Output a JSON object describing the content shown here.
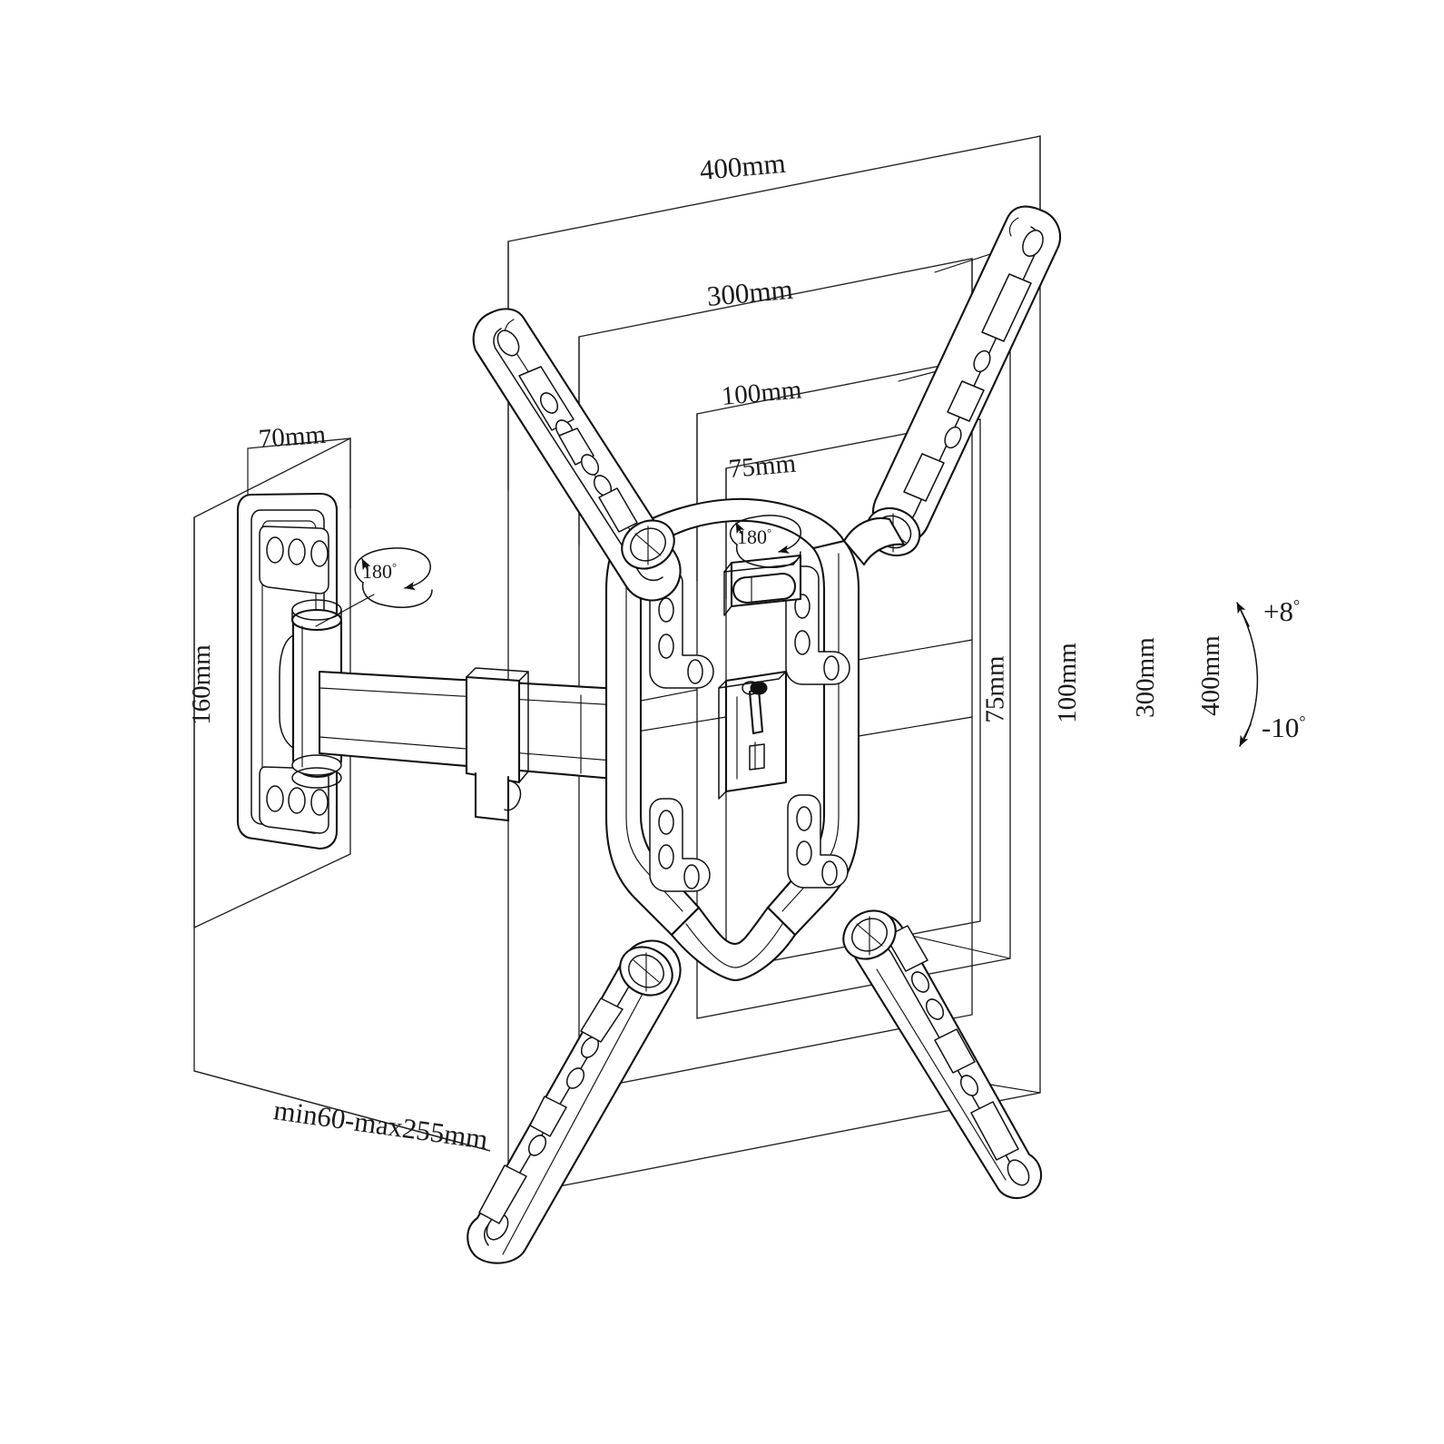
{
  "drawing": {
    "kind": "technical-line-drawing",
    "subject": "full-motion articulating TV wall mount",
    "background_color": "#ffffff",
    "line_color": "#111111",
    "text_color": "#1a1a1a"
  },
  "dimensions": {
    "vesa_top_400": "400mm",
    "vesa_top_300": "300mm",
    "vesa_top_100": "100mm",
    "vesa_top_75": "75mm",
    "vesa_side_75": "75mm",
    "vesa_side_100": "100mm",
    "vesa_side_300": "300mm",
    "vesa_side_400": "400mm",
    "wallplate_width_70": "70mm",
    "wallplate_height_160": "160mm",
    "extension_range": "min60-max255mm"
  },
  "rotation_badges": [
    {
      "id": "swivel-wallplate",
      "value": "180",
      "unit": "°"
    },
    {
      "id": "swivel-bracket",
      "value": "180",
      "unit": "°"
    }
  ],
  "tilt": {
    "up_value": "+8",
    "up_unit": "°",
    "down_value": "-10",
    "down_unit": "°"
  }
}
